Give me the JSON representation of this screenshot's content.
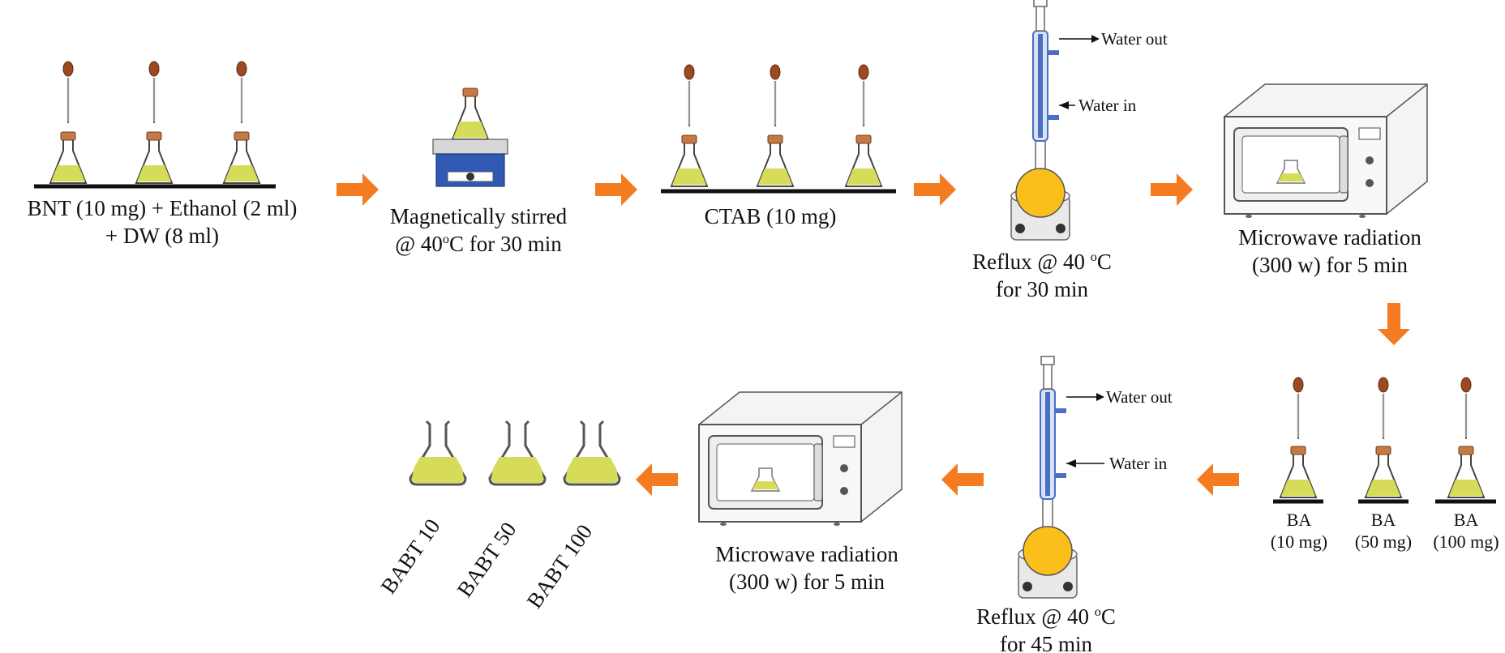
{
  "steps": {
    "s1": {
      "line1": "BNT (10 mg) + Ethanol (2 ml)",
      "line2": "+ DW (8 ml)"
    },
    "s2": {
      "line1": "Magnetically stirred",
      "line2_a": "@ 40",
      "degree": "o",
      "line2_b": "C for 30 min"
    },
    "s3": {
      "label": "CTAB (10 mg)"
    },
    "s4": {
      "line1_a": "Reflux @ 40 ",
      "degree": "o",
      "line1_b": "C",
      "line2": "for 30 min",
      "water_out": "Water out",
      "water_in": "Water in"
    },
    "s5": {
      "line1": "Microwave radiation",
      "line2": "(300 w) for 5 min"
    },
    "s6": {
      "ba_name": "BA",
      "amount_1": "(10 mg)",
      "amount_2": "(50 mg)",
      "amount_3": "(100 mg)"
    },
    "s7": {
      "line1_a": "Reflux @ 40 ",
      "degree": "o",
      "line1_b": "C",
      "line2": "for 45 min",
      "water_out": "Water out",
      "water_in": "Water in"
    },
    "s8": {
      "line1": "Microwave radiation",
      "line2": "(300 w) for 5 min"
    },
    "s9": {
      "products": [
        "BABT 10",
        "BABT 50",
        "BABT 100"
      ]
    }
  },
  "colors": {
    "arrow": "#f47b20",
    "liquid": "#d6dc5a",
    "stopper": "#c47a45",
    "flask_sphere": "#fbbf1c",
    "stirrer": "#2f59b2",
    "condenser": "#4a6fc4"
  }
}
